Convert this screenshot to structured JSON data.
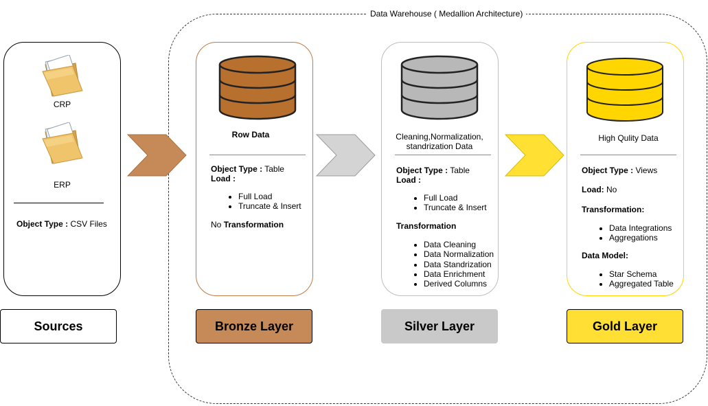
{
  "warehouse": {
    "title": "Data Warehouse ( Medallion Architecture)"
  },
  "sources": {
    "items": [
      "CRP",
      "ERP"
    ],
    "object_type_label": "Object Type :",
    "object_type_value": "CSV Files",
    "layer_label": "Sources"
  },
  "bronze": {
    "heading": "Row Data",
    "object_type_label": "Object Type :",
    "object_type_value": "Table",
    "load_label": "Load :",
    "load_items": [
      "Full Load",
      "Truncate & Insert"
    ],
    "no_prefix": "No",
    "transformation_label": "Transformation",
    "layer_label": "Bronze Layer",
    "color": "#c58a58",
    "border": "#bf7a45"
  },
  "silver": {
    "heading_line1": "Cleaning,Normalization,",
    "heading_line2": "standrization Data",
    "object_type_label": "Object Type :",
    "object_type_value": "Table",
    "load_label": "Load :",
    "load_items": [
      "Full Load",
      "Truncate & Insert"
    ],
    "transformation_label": "Transformation",
    "transformation_items": [
      "Data Cleaning",
      "Data Normalization",
      "Data Standrization",
      "Data Enrichment",
      "Derived Columns"
    ],
    "layer_label": "Silver Layer",
    "color": "#c9c9c9",
    "border": "#bdbdbd"
  },
  "gold": {
    "heading": "High Qulity Data",
    "object_type_label": "Object Type :",
    "object_type_value": "Views",
    "load_label": "Load:",
    "load_value": "No",
    "transformation_label": "Transformation:",
    "transformation_items": [
      "Data Integrations",
      "Aggregations"
    ],
    "data_model_label": "Data Model:",
    "data_model_items": [
      "Star Schema",
      "Aggregated Table"
    ],
    "layer_label": "Gold Layer",
    "color": "#ffdf33",
    "border": "#ffd400"
  },
  "icons": {
    "folder": "folder-icon",
    "database": "database-icon",
    "arrow": "chevron-arrow-icon"
  }
}
